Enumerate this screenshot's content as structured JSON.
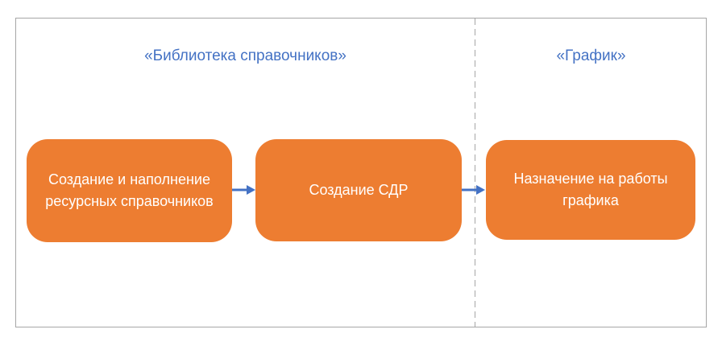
{
  "colors": {
    "accent_orange": "#ED7D31",
    "accent_blue": "#4472C4",
    "frame_border": "#A6A6A6",
    "divider": "#A6A6A6",
    "box_text": "#FFFFFF",
    "background": "#FFFFFF"
  },
  "sections": {
    "left": {
      "title": "«Библиотека справочников»"
    },
    "right": {
      "title": "«График»"
    }
  },
  "flow": {
    "steps": [
      {
        "label": "Создание и наполнение ресурсных справочников"
      },
      {
        "label": "Создание СДР"
      },
      {
        "label": "Назначение на работы графика"
      }
    ]
  }
}
